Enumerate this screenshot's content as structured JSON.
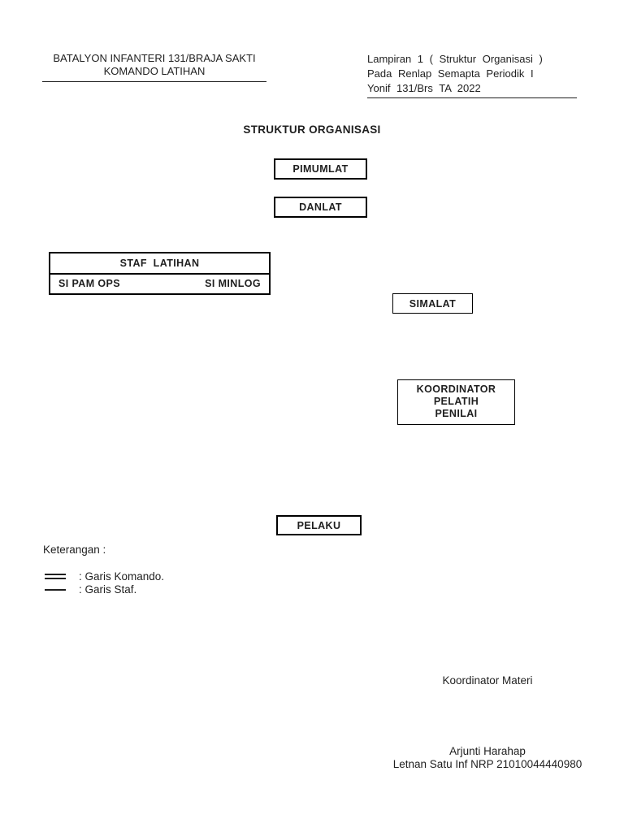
{
  "colors": {
    "ink": "#1f1f1f",
    "box_border": "#000000",
    "page_background": "#ffffff"
  },
  "header_left": {
    "line1": "BATALYON INFANTERI 131/BRAJA SAKTI",
    "line2": "KOMANDO LATIHAN"
  },
  "header_right": {
    "line1": "Lampiran 1 ( Struktur Organisasi )",
    "line2": "Pada Renlap Semapta Periodik I",
    "line3": "Yonif 131/Brs TA 2022"
  },
  "title": "STRUKTUR ORGANISASI",
  "org": {
    "pimumlat": "PIMUMLAT",
    "danlat": "DANLAT",
    "staf": {
      "header": "STAF  LATIHAN",
      "left_cell": "SI PAM OPS",
      "right_cell": "SI MINLOG"
    },
    "simalat": "SIMALAT",
    "koordinator": {
      "line1": "KOORDINATOR",
      "line2": "PELATIH",
      "line3": "PENILAI"
    },
    "pelaku": "PELAKU"
  },
  "legend": {
    "heading": "Keterangan :",
    "items": [
      {
        "symbol": "double-line",
        "label": ": Garis Komando."
      },
      {
        "symbol": "single-line",
        "label": ": Garis Staf."
      }
    ]
  },
  "signature": {
    "role": "Koordinator Materi",
    "name": "Arjunti Harahap",
    "rank_nrp": "Letnan Satu Inf NRP 21010044440980"
  }
}
